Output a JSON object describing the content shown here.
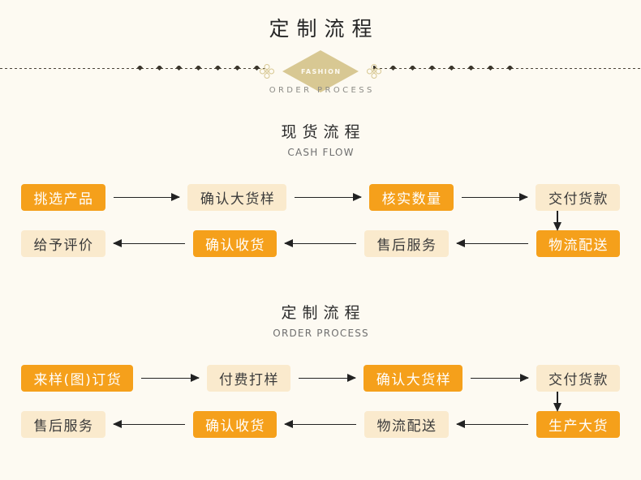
{
  "header": {
    "title": "定制流程",
    "emblem_label": "FASHION",
    "subtitle_en": "ORDER PROCESS",
    "ornament_left": "quatrefoil-ornament",
    "ornament_right": "quatrefoil-ornament"
  },
  "colors": {
    "background": "#fdfaf2",
    "node_solid": "#f5a01b",
    "node_light": "#faeacd",
    "emblem_gold": "#d8c893",
    "arrow": "#222222",
    "title_text": "#262626",
    "subtitle_text": "#8c8b86"
  },
  "sections": [
    {
      "heading_cn": "现货流程",
      "heading_en": "CASH FLOW",
      "rows": [
        {
          "direction": "right",
          "nodes": [
            {
              "label": "挑选产品",
              "style": "solid"
            },
            {
              "label": "确认大货样",
              "style": "light"
            },
            {
              "label": "核实数量",
              "style": "solid"
            },
            {
              "label": "交付货款",
              "style": "light"
            }
          ]
        },
        {
          "direction": "left",
          "nodes": [
            {
              "label": "给予评价",
              "style": "light"
            },
            {
              "label": "确认收货",
              "style": "solid"
            },
            {
              "label": "售后服务",
              "style": "light"
            },
            {
              "label": "物流配送",
              "style": "solid"
            }
          ]
        }
      ],
      "connector": "down-arrow-right-side"
    },
    {
      "heading_cn": "定制流程",
      "heading_en": "ORDER PROCESS",
      "rows": [
        {
          "direction": "right",
          "nodes": [
            {
              "label": "来样(图)订货",
              "style": "solid"
            },
            {
              "label": "付费打样",
              "style": "light"
            },
            {
              "label": "确认大货样",
              "style": "solid"
            },
            {
              "label": "交付货款",
              "style": "light"
            }
          ]
        },
        {
          "direction": "left",
          "nodes": [
            {
              "label": "售后服务",
              "style": "light"
            },
            {
              "label": "确认收货",
              "style": "solid"
            },
            {
              "label": "物流配送",
              "style": "light"
            },
            {
              "label": "生产大货",
              "style": "solid"
            }
          ]
        }
      ],
      "connector": "down-arrow-right-side"
    }
  ]
}
